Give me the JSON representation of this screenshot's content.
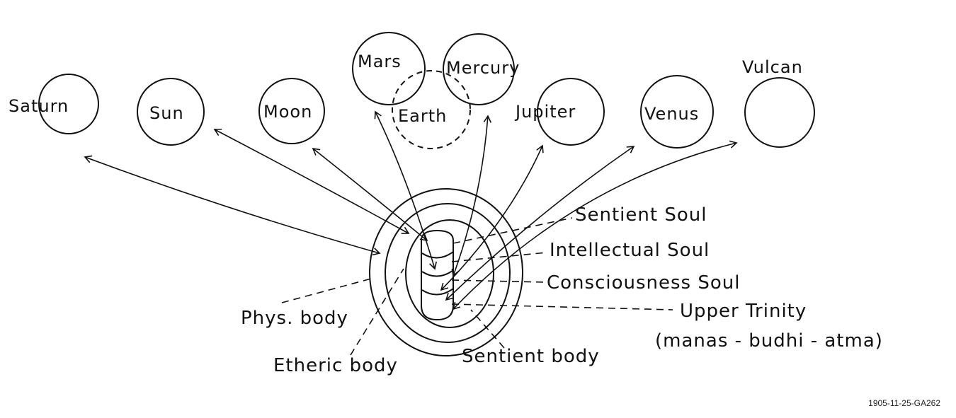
{
  "planets": {
    "saturn": "Saturn",
    "sun": "Sun",
    "moon": "Moon",
    "mars": "Mars",
    "mercury": "Mercury",
    "earth": "Earth",
    "jupiter": "Jupiter",
    "venus": "Venus",
    "vulcan": "Vulcan"
  },
  "members": {
    "sentient_soul": "Sentient Soul",
    "intellectual_soul": "Intellectual Soul",
    "consciousness_soul": "Consciousness Soul",
    "upper_trinity": "Upper Trinity",
    "upper_trinity_sub": "(manas - budhi - atma)",
    "phys_body": "Phys. body",
    "etheric_body": "Etheric body",
    "sentient_body": "Sentient body"
  },
  "reference": "1905-11-25-GA262",
  "colors": {
    "ink": "#111111",
    "background": "#ffffff"
  }
}
